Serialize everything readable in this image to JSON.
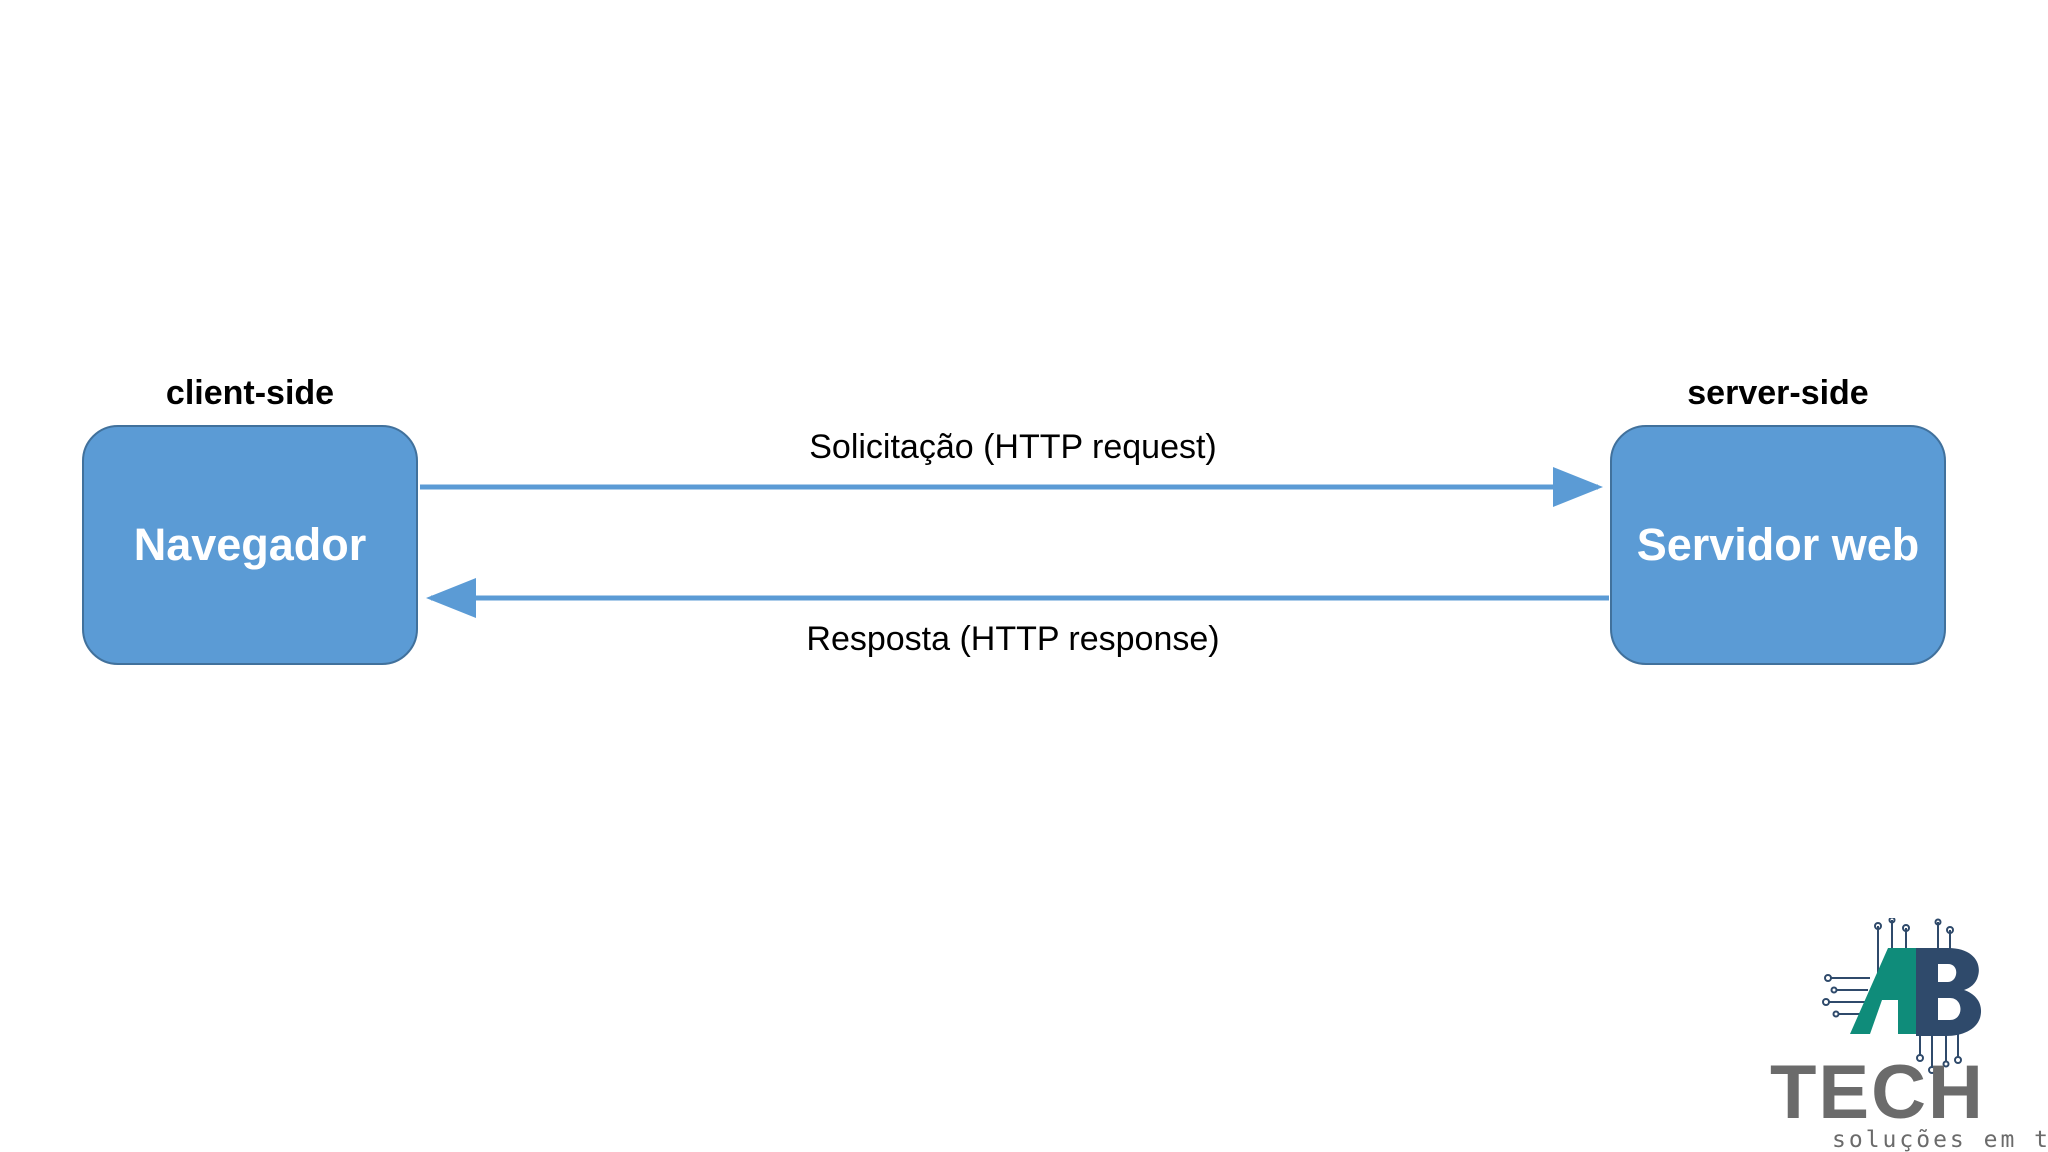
{
  "client_label": "client-side",
  "server_label": "server-side",
  "browser_node": "Navegador",
  "server_node": "Servidor web",
  "request_label": "Solicitação (HTTP request)",
  "response_label": "Resposta (HTTP response)",
  "logo": {
    "wordmark": "TECH",
    "tagline": "soluções em ti",
    "monogram": "AB"
  },
  "colors": {
    "node_fill": "#5b9bd5",
    "node_border": "#41719c",
    "arrow": "#5b9bd5",
    "logo_teal": "#0f8c7a",
    "logo_navy": "#2f4a6b",
    "logo_gray": "#6b6b6b"
  }
}
